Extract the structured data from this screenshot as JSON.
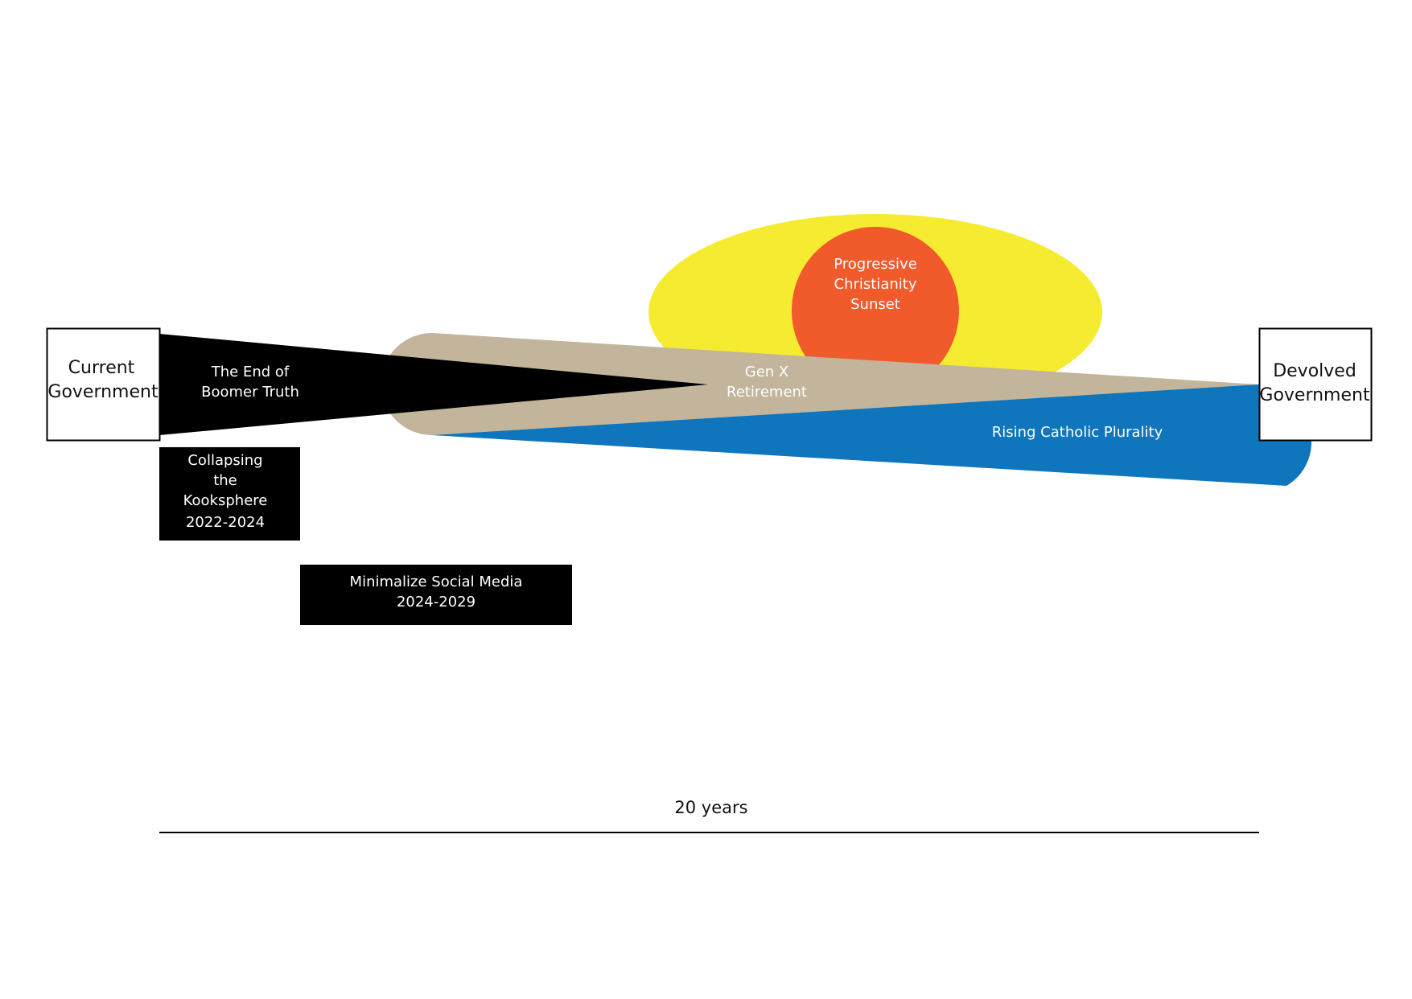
{
  "colors": {
    "sun_halo": "#f5ec31",
    "sun_core": "#f15a2b",
    "genx_band": "#c2b59b",
    "catholic_band": "#0f75bd",
    "boomer_wedge": "#000000",
    "box_border": "#000000",
    "background": "#ffffff"
  },
  "nodes": {
    "current": {
      "line1": "Current",
      "line2": "Government"
    },
    "devolved": {
      "line1": "Devolved",
      "line2": "Government"
    }
  },
  "flows": {
    "boomer": {
      "line1": "The End of",
      "line2": "Boomer Truth"
    },
    "genx": {
      "line1": "Gen X",
      "line2": "Retirement"
    },
    "catholic": {
      "line1": "Rising Catholic Plurality"
    }
  },
  "sun": {
    "line1": "Progressive",
    "line2": "Christianity",
    "line3": "Sunset"
  },
  "phases": {
    "kooksphere": {
      "line1": "Collapsing",
      "line2": "the",
      "line3": "Kooksphere",
      "line4": "2022-2024"
    },
    "social_media": {
      "line1": "Minimalize Social Media",
      "line2": "2024-2029"
    }
  },
  "timeline": {
    "label": "20 years"
  }
}
